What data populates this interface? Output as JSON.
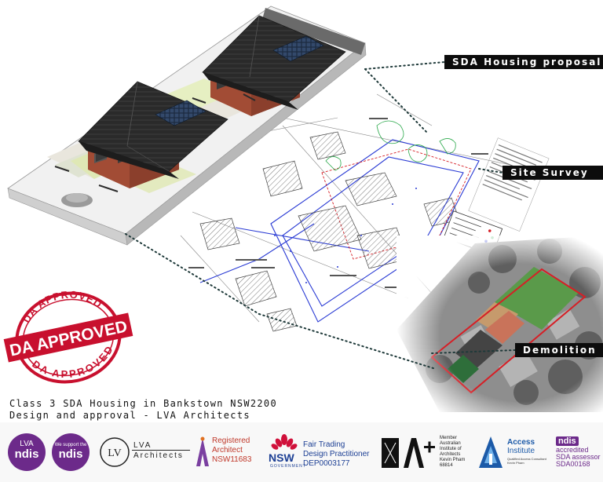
{
  "labels": {
    "sda": "SDA Housing proposal",
    "survey": "Site Survey",
    "demolition": "Demolition"
  },
  "stamp": {
    "top": "DA APPROVED",
    "main": "DA APPROVED",
    "bottom": "DA APPROVED",
    "color": "#c8102e"
  },
  "caption": {
    "line1": "Class 3 SDA Housing in Bankstown NSW2200",
    "line2": "Design and approval -  LVA Architects"
  },
  "logos": {
    "ndis_lva": {
      "top": "LVA",
      "bottom": "ndis"
    },
    "ndis_support": {
      "top": "We support the",
      "bottom": "ndis"
    },
    "lva": {
      "mark": "LV",
      "line1": "LVA",
      "line2": "Architects"
    },
    "registered": {
      "line1": "Registered",
      "line2": "Architect",
      "line3": "NSW11683"
    },
    "nsw": {
      "word": "NSW",
      "gov": "GOVERNMENT",
      "line1": "Fair Trading",
      "line2": "Design Practitioner",
      "line3": "DEP0003177"
    },
    "aia": {
      "mark": "A+",
      "line1": "Member",
      "line2": "Australian",
      "line3": "Institute of",
      "line4": "Architects",
      "line5": "Kevin Pham",
      "line6": "68814"
    },
    "access": {
      "line1": "Access",
      "line2": "Institute",
      "line3": "Qualified Access Consultant",
      "line4": "Kevin Pham"
    },
    "accredited": {
      "pill": "ndis",
      "line1": "accredited",
      "line2": "SDA assessor",
      "line3": "SDA00168"
    }
  },
  "colors": {
    "ndis_purple": "#6c2a8a",
    "nsw_blue": "#1c3f94",
    "registered_red": "#c0392b",
    "access_blue": "#1c5aa8",
    "boundary_red": "#d61f26"
  }
}
